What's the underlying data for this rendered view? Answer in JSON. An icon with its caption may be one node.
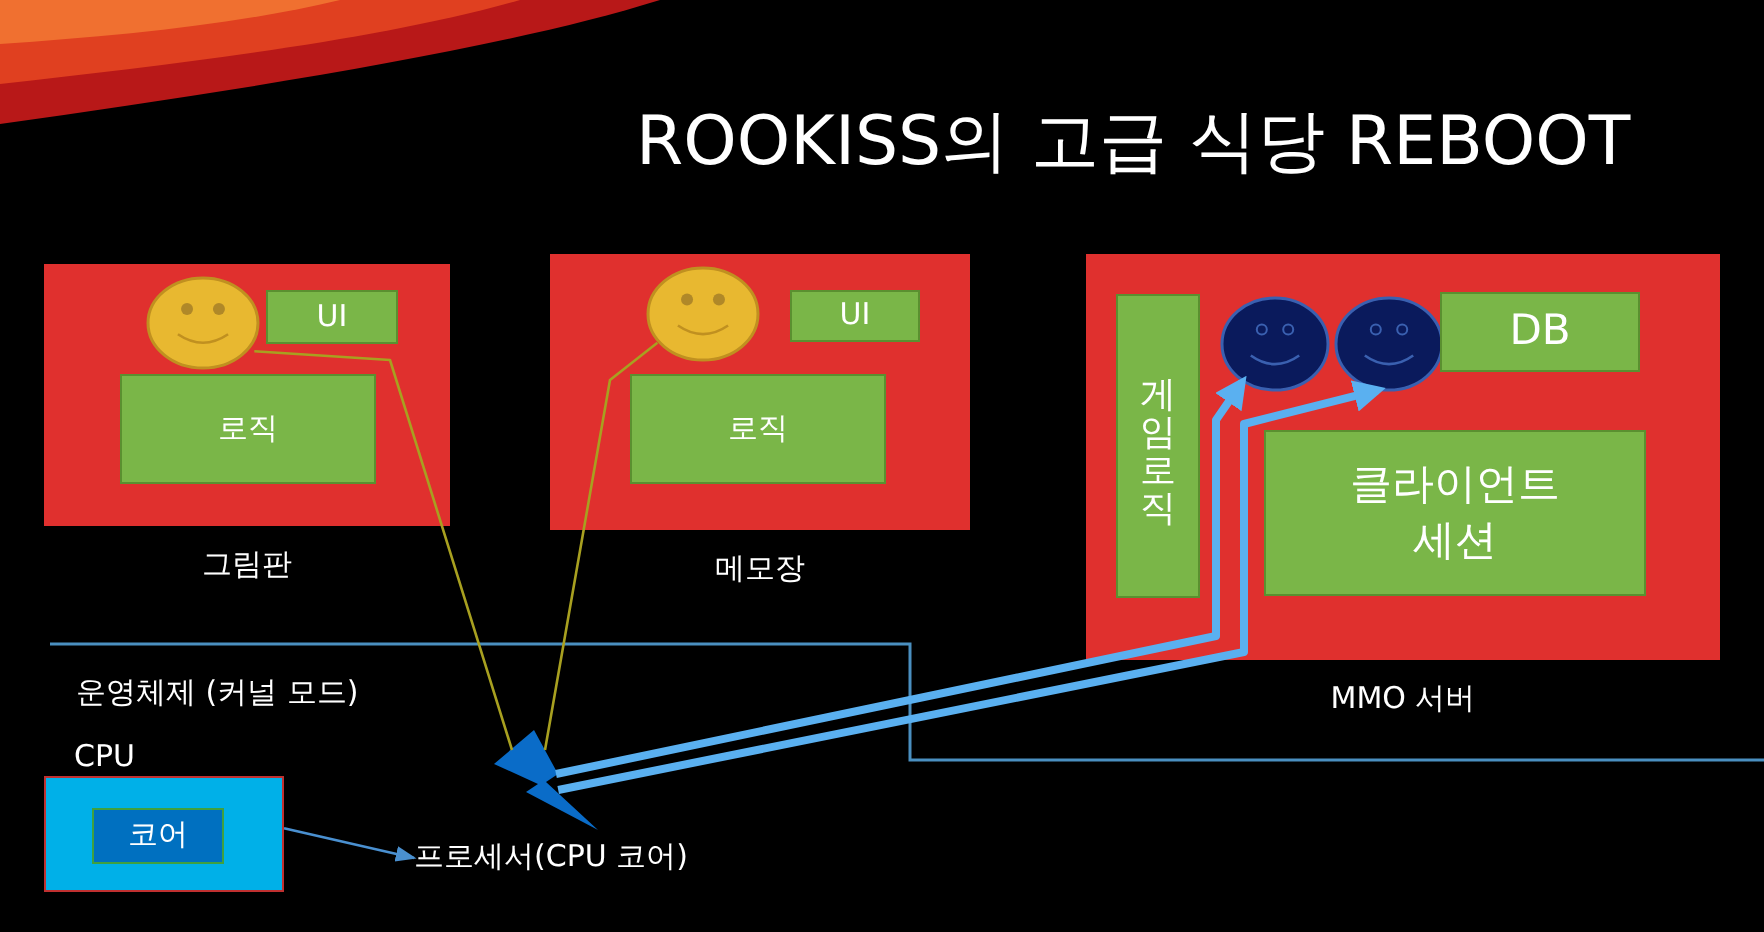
{
  "diagram": {
    "title": "ROOKISS의 고급 식당 REBOOT",
    "nodes": [
      {
        "text": [
          "그림판"
        ]
      },
      {
        "text": [],
        "shape": "smiley",
        "in": 0
      },
      {
        "text": [
          "UI"
        ],
        "in": 0
      },
      {
        "text": [
          "로직"
        ],
        "in": 0
      },
      {
        "text": [
          "메모장"
        ]
      },
      {
        "text": [],
        "shape": "smiley",
        "in": 4
      },
      {
        "text": [
          "UI"
        ],
        "in": 4
      },
      {
        "text": [
          "로직"
        ],
        "in": 4
      },
      {
        "text": [
          "MMO 서버"
        ]
      },
      {
        "text": [
          "게임로직"
        ],
        "in": 8
      },
      {
        "text": [],
        "shape": "smiley",
        "in": 8
      },
      {
        "text": [],
        "shape": "smiley",
        "in": 8
      },
      {
        "text": [
          "DB"
        ],
        "in": 8
      },
      {
        "text": [
          "클라이언트 세션"
        ],
        "in": 8
      },
      {
        "text": [],
        "shape": "bolt"
      },
      {
        "text": [
          "CPU"
        ]
      },
      {
        "text": [
          "코어"
        ],
        "in": 15
      },
      {
        "text": [
          "프로세서(CPU 코어)"
        ]
      }
    ],
    "edges": [
      {
        "from": 1,
        "to": 14,
        "arrow": "none",
        "color": "#a8a020"
      },
      {
        "from": 5,
        "to": 14,
        "arrow": "none",
        "color": "#a8a020"
      },
      {
        "from": 14,
        "to": 10,
        "arrow": "to",
        "style": "thick",
        "color": "#5ab0f0"
      },
      {
        "from": 14,
        "to": 11,
        "arrow": "to",
        "style": "thick",
        "color": "#5ab0f0"
      },
      {
        "from": 15,
        "to": 17,
        "arrow": "to",
        "color": "#4a90d0"
      }
    ],
    "labels": [
      "운영체제 (커널 모드)"
    ]
  }
}
